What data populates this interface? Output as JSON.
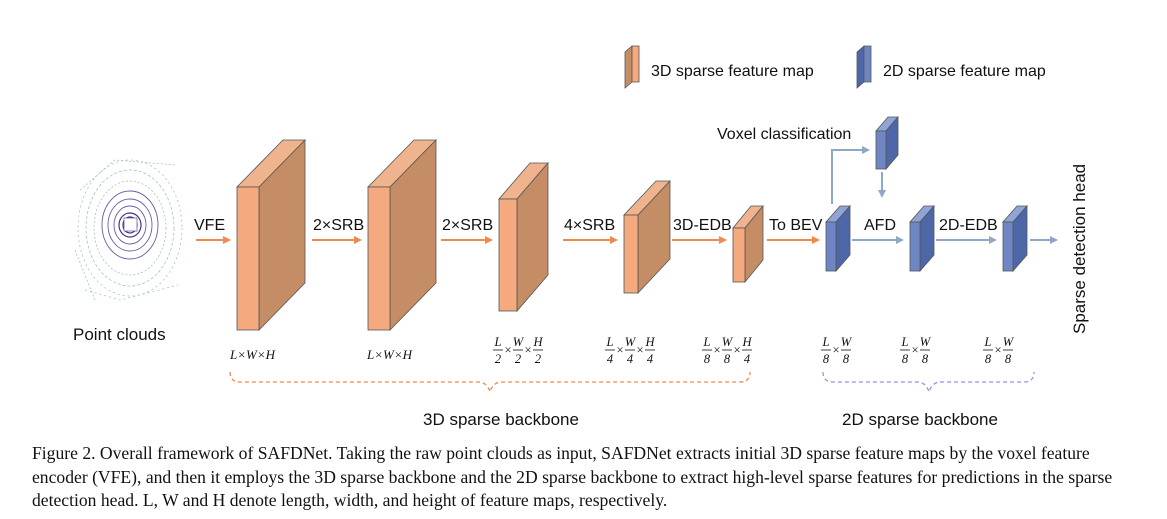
{
  "legend": {
    "item_3d": "3D sparse feature map",
    "item_2d": "2D sparse feature map"
  },
  "colors": {
    "orange_front": "#F4A97E",
    "orange_side": "#C48D66",
    "orange_top": "#EFB48E",
    "blue_front": "#6E87C4",
    "blue_side": "#4E67A8",
    "blue_top": "#8FA5D6",
    "arrow_orange": "#F08A4B",
    "arrow_blue": "#8FA8C9",
    "bracket_orange": "#F08A4B",
    "bracket_blue": "#8B9BD3"
  },
  "input": {
    "label": "Point clouds"
  },
  "operations": {
    "vfe": "VFE",
    "srb1": "2×SRB",
    "srb2": "2×SRB",
    "srb3": "4×SRB",
    "edb3d": "3D-EDB",
    "to_bev": "To BEV",
    "afd": "AFD",
    "edb2d": "2D-EDB",
    "voxel_cls": "Voxel classification",
    "head": "Sparse detection head"
  },
  "dims": {
    "d1": "L×W×H",
    "d2": "L×W×H",
    "frac2": {
      "num": [
        "L",
        "W",
        "H"
      ],
      "den": [
        "2",
        "2",
        "2"
      ]
    },
    "frac4": {
      "num": [
        "L",
        "W",
        "H"
      ],
      "den": [
        "4",
        "4",
        "4"
      ]
    },
    "frac8h": {
      "num": [
        "L",
        "W",
        "H"
      ],
      "den": [
        "8",
        "8",
        "4"
      ]
    },
    "frac8a": {
      "num": [
        "L",
        "W"
      ],
      "den": [
        "8",
        "8"
      ]
    },
    "frac8b": {
      "num": [
        "L",
        "W"
      ],
      "den": [
        "8",
        "8"
      ]
    },
    "frac8c": {
      "num": [
        "L",
        "W"
      ],
      "den": [
        "8",
        "8"
      ]
    },
    "times": "×"
  },
  "groups": {
    "backbone3d": "3D sparse backbone",
    "backbone2d": "2D sparse backbone"
  },
  "caption": "Figure 2. Overall framework of SAFDNet. Taking the raw point clouds as input, SAFDNet extracts initial 3D sparse feature maps by the voxel feature encoder (VFE), and then it employs the 3D sparse backbone and the 2D sparse backbone to extract high-level sparse features for predictions in the sparse detection head. L, W and H denote length, width, and height of feature maps, respectively."
}
